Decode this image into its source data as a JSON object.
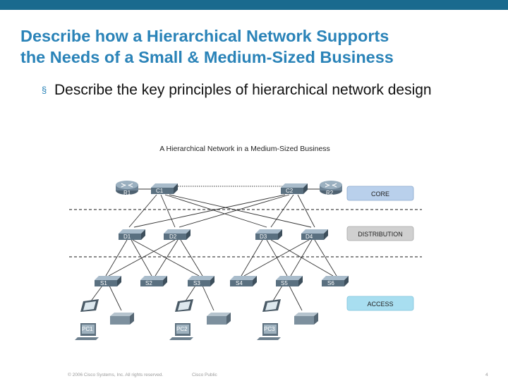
{
  "slide": {
    "title_line1": "Describe how a Hierarchical Network Supports",
    "title_line2": "the Needs of a Small & Medium-Sized Business",
    "bullet": "Describe the key principles of hierarchical network design",
    "bullet_mark": "§"
  },
  "diagram": {
    "caption": "A Hierarchical Network in a Medium-Sized Business",
    "layers": {
      "core": "CORE",
      "distribution": "DISTRIBUTION",
      "access": "ACCESS"
    },
    "routers": [
      "R1",
      "R2"
    ],
    "core_switches": [
      "C1",
      "C2"
    ],
    "distribution_switches": [
      "D1",
      "D2",
      "D3",
      "D4"
    ],
    "access_switches": [
      "S1",
      "S2",
      "S3",
      "S4",
      "S5",
      "S6"
    ],
    "pcs": [
      "PC1",
      "PC2",
      "PC3"
    ]
  },
  "footer": {
    "copyright": "© 2006 Cisco Systems, Inc. All rights reserved.",
    "classification": "Cisco Public",
    "page": "4"
  },
  "colors": {
    "title": "#2a83b8",
    "top_bar": "#1a6a8e",
    "core_label_bg": "#b9d0ec",
    "distribution_label_bg": "#d0d0d0",
    "access_label_bg": "#a8def0"
  }
}
